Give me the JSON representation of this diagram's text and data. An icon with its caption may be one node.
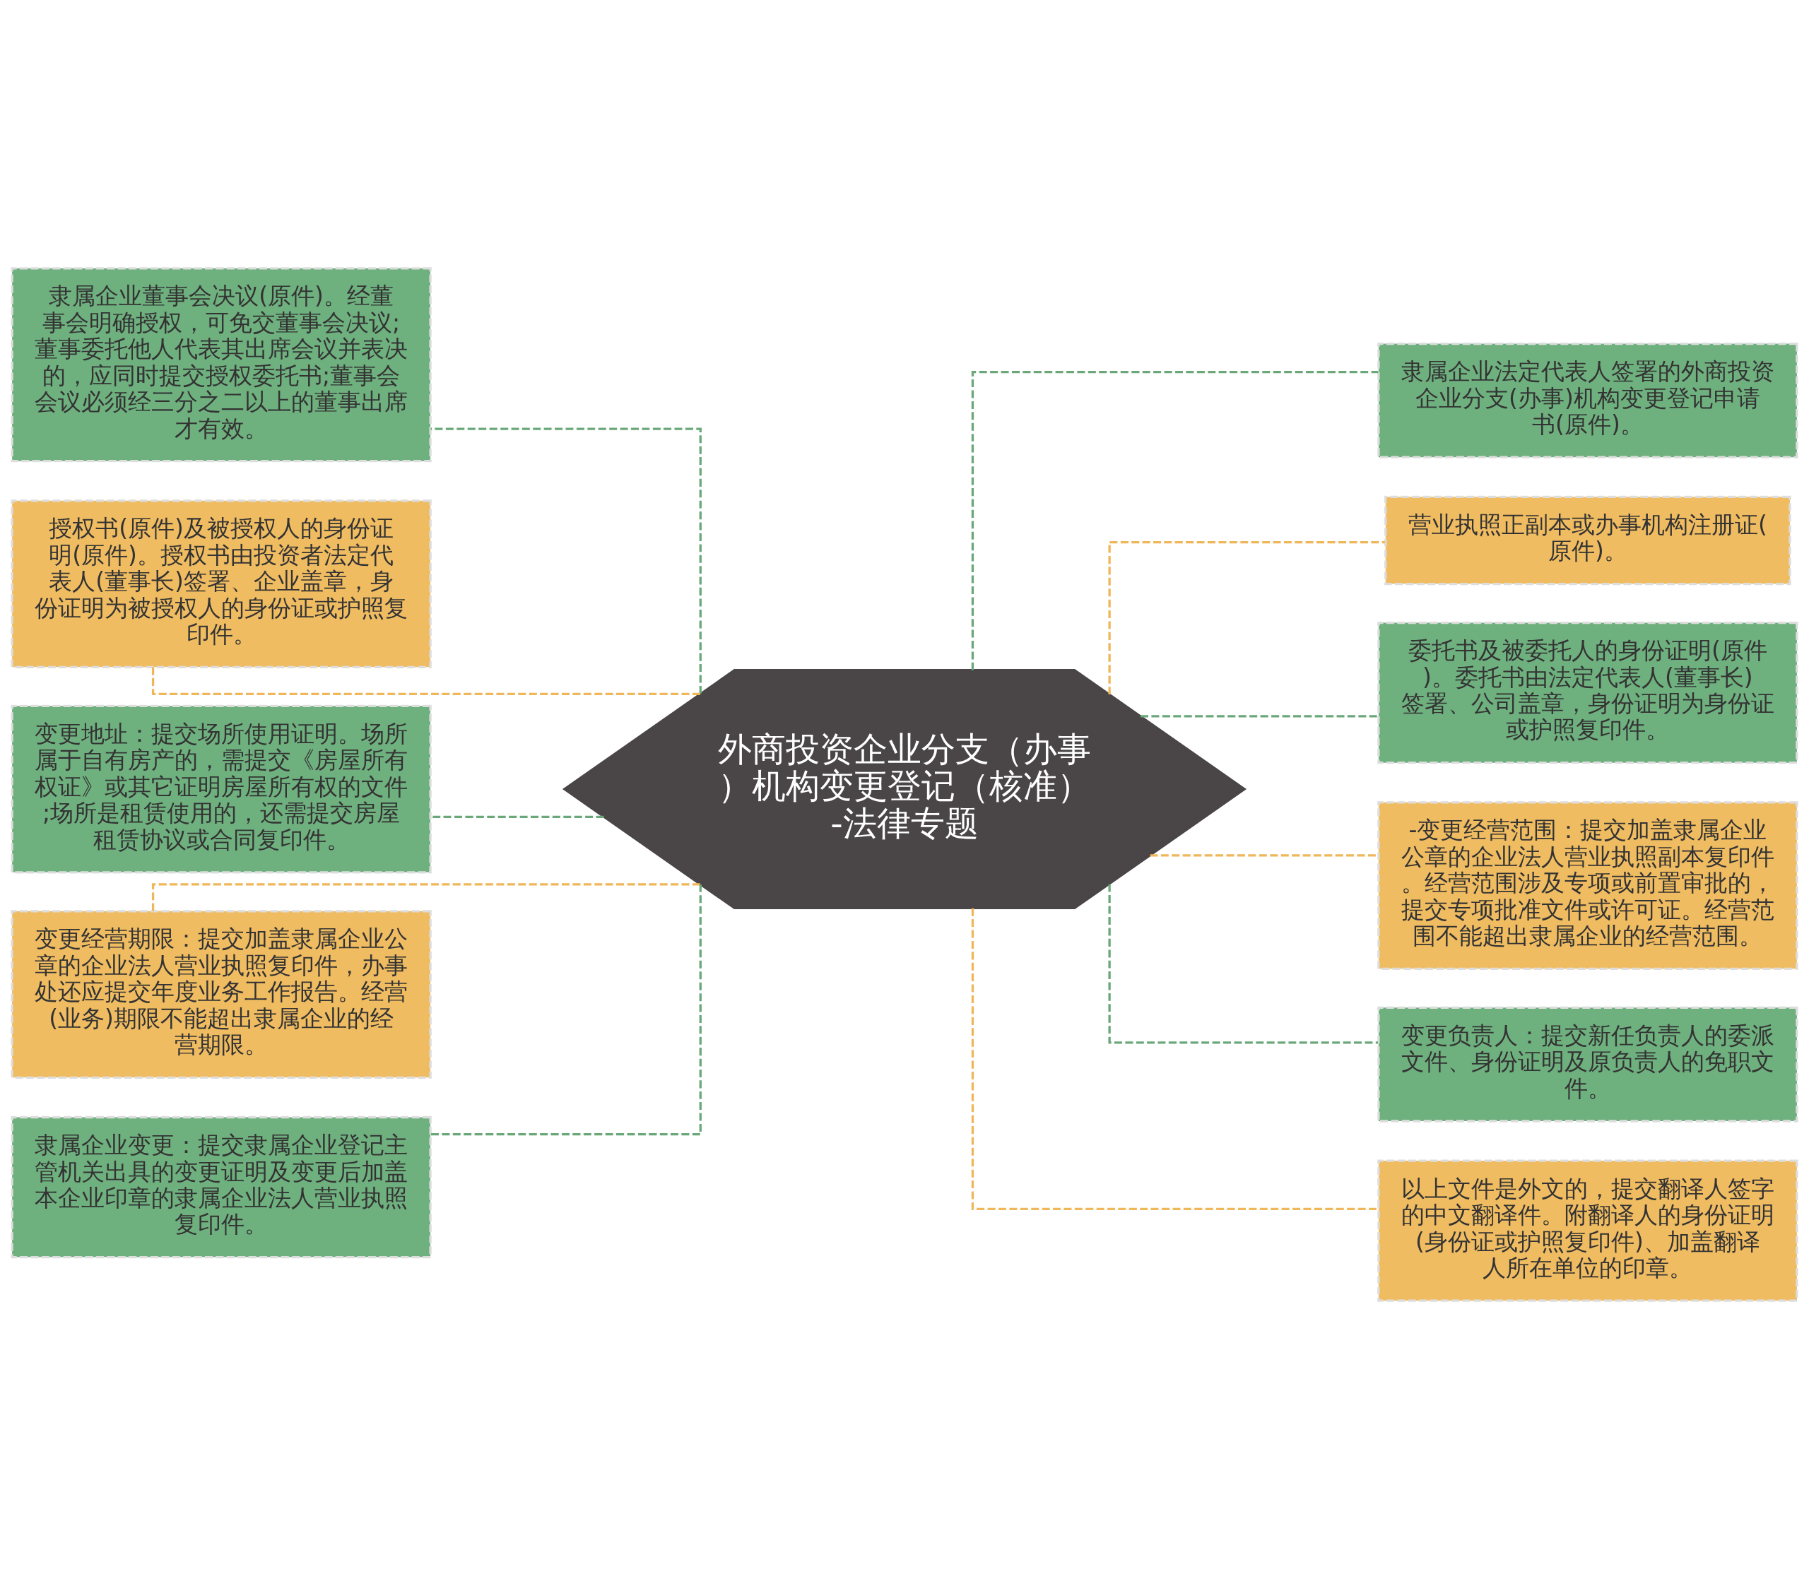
{
  "diagram": {
    "nodes": [
      {
        "text": [
          "外商投资企业分支（办事）机构变更登记（核准）-法律专题"
        ]
      },
      {
        "text": [
          "隶属企业董事会决议(原件)。经董事会明确授权，可免交董事会决议;董事委托他人代表其出席会议并表决的，应同时提交授权委托书;董事会会议必须经三分之二以上的董事出席才有效。"
        ]
      },
      {
        "text": [
          "授权书(原件)及被授权人的身份证明(原件)。授权书由投资者法定代表人(董事长)签署、企业盖章，身份证明为被授权人的身份证或护照复印件。"
        ]
      },
      {
        "text": [
          "变更地址：提交场所使用证明。场所属于自有房产的，需提交《房屋所有权证》或其它证明房屋所有权的文件;场所是租赁使用的，还需提交房屋租赁协议或合同复印件。"
        ]
      },
      {
        "text": [
          "变更经营期限：提交加盖隶属企业公章的企业法人营业执照复印件，办事处还应提交年度业务工作报告。经营(业务)期限不能超出隶属企业的经营期限。"
        ]
      },
      {
        "text": [
          "隶属企业变更：提交隶属企业登记主管机关出具的变更证明及变更后加盖本企业印章的隶属企业法人营业执照复印件。"
        ]
      },
      {
        "text": [
          "隶属企业法定代表人签署的外商投资企业分支(办事)机构变更登记申请书(原件)。"
        ]
      },
      {
        "text": [
          "营业执照正副本或办事机构注册证(原件)。"
        ]
      },
      {
        "text": [
          "委托书及被委托人的身份证明(原件)。委托书由法定代表人(董事长)签署、公司盖章，身份证明为身份证或护照复印件。"
        ]
      },
      {
        "text": [
          "-变更经营范围：提交加盖隶属企业公章的企业法人营业执照副本复印件。经营范围涉及专项或前置审批的，提交专项批准文件或许可证。经营范围不能超出隶属企业的经营范围。"
        ]
      },
      {
        "text": [
          "变更负责人：提交新任负责人的委派文件、身份证明及原负责人的免职文件。"
        ]
      },
      {
        "text": [
          "以上文件是外文的，提交翻译人签字的中文翻译件。附翻译人的身份证明(身份证或护照复印件)、加盖翻译人所在单位的印章。"
        ]
      }
    ],
    "edges": [
      {
        "from": 0,
        "to": 1,
        "arrow": "none",
        "style": "dashed"
      },
      {
        "from": 0,
        "to": 2,
        "arrow": "none",
        "style": "dashed",
        "color": "#f0b65a"
      },
      {
        "from": 0,
        "to": 3,
        "arrow": "none",
        "style": "dashed"
      },
      {
        "from": 0,
        "to": 4,
        "arrow": "none",
        "style": "dashed",
        "color": "#f0b65a"
      },
      {
        "from": 0,
        "to": 5,
        "arrow": "none",
        "style": "dashed"
      },
      {
        "from": 0,
        "to": 6,
        "arrow": "none",
        "style": "dashed"
      },
      {
        "from": 0,
        "to": 7,
        "arrow": "none",
        "style": "dashed",
        "color": "#f0b65a"
      },
      {
        "from": 0,
        "to": 8,
        "arrow": "none",
        "style": "dashed"
      },
      {
        "from": 0,
        "to": 9,
        "arrow": "none",
        "style": "dashed",
        "color": "#f0b65a"
      },
      {
        "from": 0,
        "to": 10,
        "arrow": "none",
        "style": "dashed"
      },
      {
        "from": 0,
        "to": 11,
        "arrow": "none",
        "style": "dashed",
        "color": "#f0b65a"
      }
    ]
  }
}
